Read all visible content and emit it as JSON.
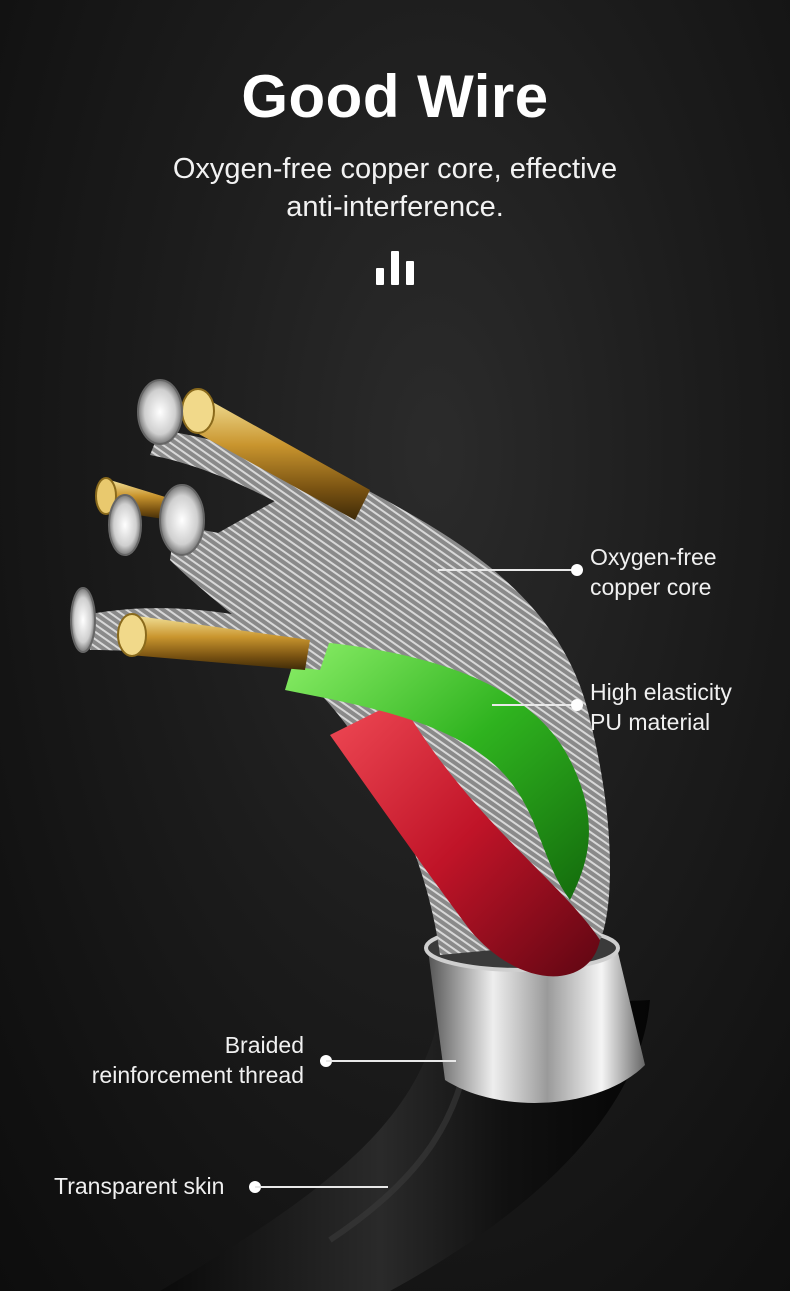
{
  "header": {
    "title": "Good Wire",
    "subtitle_line1": "Oxygen-free copper core, effective",
    "subtitle_line2": "anti-interference."
  },
  "icons": {
    "divider_icon": "bar-chart-icon"
  },
  "callouts": {
    "copper_core": {
      "line1": "Oxygen-free",
      "line2": "copper core"
    },
    "pu_material": {
      "line1": "High elasticity",
      "line2": "PU material"
    },
    "braided": {
      "line1": "Braided",
      "line2": "reinforcement thread"
    },
    "skin": {
      "line1": "Transparent skin"
    }
  },
  "colors": {
    "background": "#1a1a1a",
    "copper": "#d4a84a",
    "green_wire": "#34b82a",
    "red_wire": "#c0182a",
    "silver_strands": "#b8b8b8",
    "cable_jacket": "#141414"
  }
}
